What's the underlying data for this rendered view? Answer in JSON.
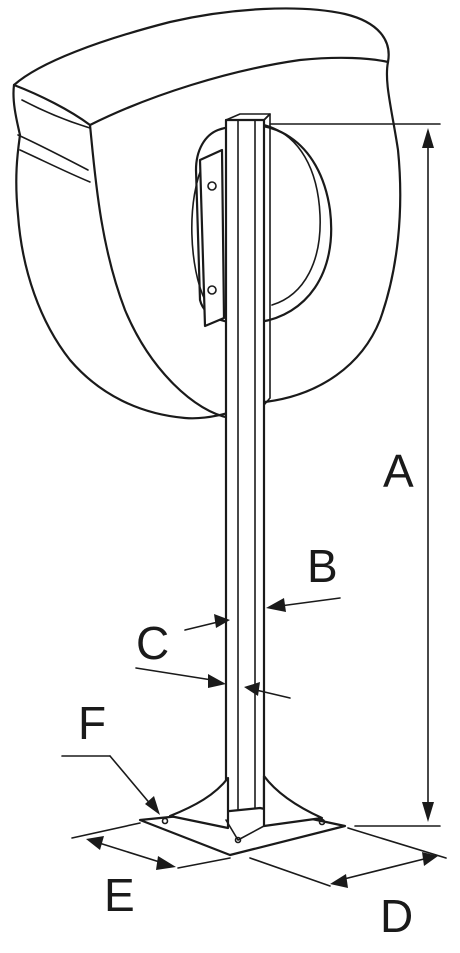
{
  "labels": {
    "a": "A",
    "b": "B",
    "c": "C",
    "d": "D",
    "e": "E",
    "f": "F"
  },
  "colors": {
    "ink": "#1a1a1a",
    "paper": "#ffffff"
  }
}
